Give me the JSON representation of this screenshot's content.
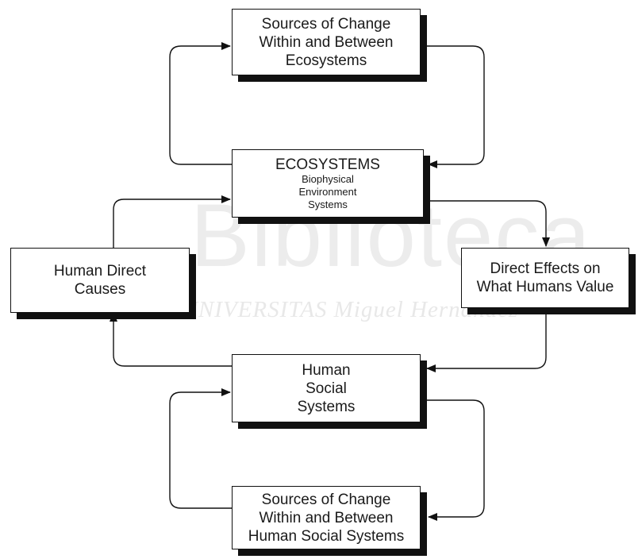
{
  "watermark": {
    "title": "Biblioteca",
    "subtitle": "UNIVERSITAS Miguel Hernández"
  },
  "boxes": {
    "sources_ecosystems": "Sources of Change\nWithin and Between\nEcosystems",
    "ecosystems_title": "ECOSYSTEMS",
    "ecosystems_sub": "Biophysical\nEnvironment\nSystems",
    "human_direct_causes": "Human Direct\nCauses",
    "direct_effects": "Direct Effects on\nWhat Humans Value",
    "human_social_systems": "Human\nSocial\nSystems",
    "sources_social": "Sources of Change\nWithin and Between\nHuman Social Systems"
  },
  "colors": {
    "stroke": "#111111",
    "watermark": "#ececec"
  }
}
